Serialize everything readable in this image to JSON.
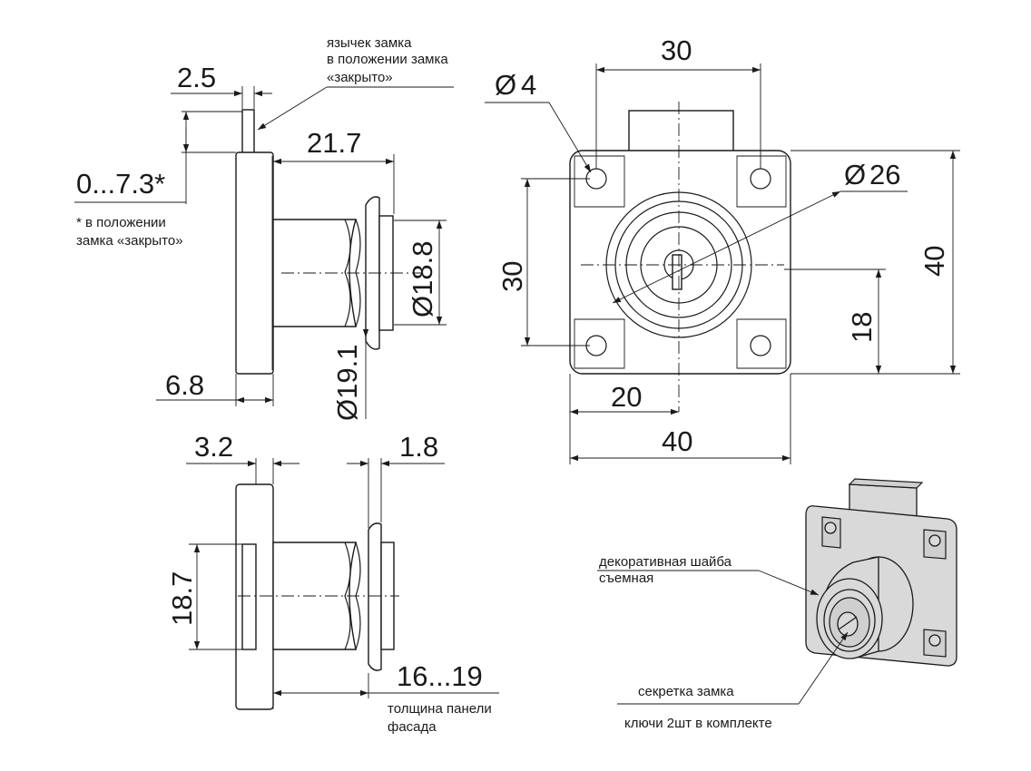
{
  "dims": {
    "d2_5": "2.5",
    "d0_7_3": "0...7.3*",
    "d21_7": "21.7",
    "d18_8": "Ø18.8",
    "d19_1": "Ø19.1",
    "d6_8": "6.8",
    "d3_2": "3.2",
    "d1_8": "1.8",
    "d18_7": "18.7",
    "d16_19": "16...19",
    "top30": "30",
    "diam4": "4",
    "diam26": "26",
    "left30": "30",
    "right40": "40",
    "right18": "18",
    "bottom20": "20",
    "bottom40": "40"
  },
  "notes": {
    "bolt_line1": "язычек замка",
    "bolt_line2": "в положении замка",
    "bolt_line3": "«закрыто»",
    "asterisk_line1": "* в положении",
    "asterisk_line2": "замка «закрыто»",
    "panel_line1": "толщина панели",
    "panel_line2": "фасада",
    "washer_line1": "декоративная шайба",
    "washer_line2": "съемная",
    "cylinder": "секретка замка",
    "keys": "ключи 2шт в комплекте"
  },
  "symbols": {
    "diameter": "Ø"
  }
}
